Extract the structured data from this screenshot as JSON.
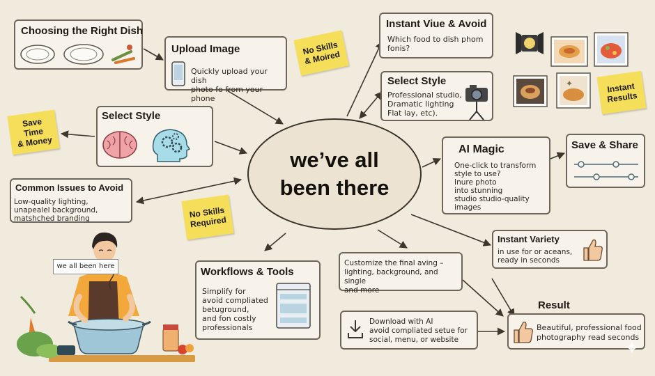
{
  "center": {
    "text": "we’ve all\nbeen there"
  },
  "tooltip": {
    "text": "we all been here"
  },
  "nodes": {
    "choosing_dish": {
      "title": "Choosing the Right Dish"
    },
    "upload_image": {
      "title": "Upload Image",
      "body": "Quickly upload your dish\nphoto fo from your phone"
    },
    "select_style_left": {
      "title": "Select Style"
    },
    "common_issues": {
      "title": "Common Issues to Avoid",
      "body": "Low-quality lighting,\nunapealel background,\nmatshched branding"
    },
    "workflows": {
      "title": "Workflows & Tools",
      "body": "Simplify for\navoid compliated\nbetuground,\nand fon costly\nprofessionals"
    },
    "instant_view": {
      "title": "Instant Viue & Avoid",
      "body": "Which food to dish phom\nfonis?"
    },
    "select_style_right": {
      "title": "Select Style",
      "body": "Professional studio,\nDramatic lighting\nFlat lay, etc)."
    },
    "ai_magic": {
      "title": "AI Magic",
      "body": "One-click to transform\nstyle to use?\nInure photo\ninto stunning\nstudio studio-quality\nimages"
    },
    "save_share": {
      "title": "Save & Share"
    },
    "instant_variety": {
      "title": "Instant Variety",
      "body": "in use for or aceans,\nready in seconds"
    },
    "customize": {
      "body": "Customize the final aving –\nlighting, background, and single\nand more"
    },
    "download": {
      "body": "Download with AI\navoid compliated setue for\nsocial, menu, or website"
    },
    "result": {
      "title": "Result",
      "body": "Beautiful, professional food\nphotography read seconds"
    }
  },
  "notes": {
    "no_skills_top": "No Skills\n& Moired",
    "save_time": "Save\nTime\n& Money",
    "no_skills_mid": "No Skills\nRequired",
    "instant_results": "Instant\nResults"
  },
  "colors": {
    "background": "#f1ebdd",
    "box_fill": "#f7f3ea",
    "box_border": "#6d6559",
    "sticky": "#f4de5a",
    "arrow": "#3d362d"
  }
}
